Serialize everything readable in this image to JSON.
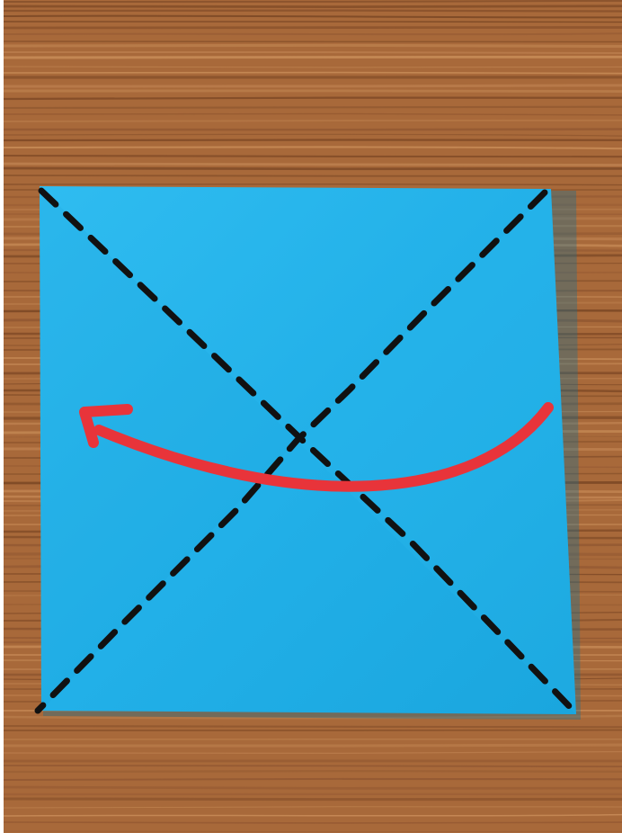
{
  "scene": {
    "subject": "origami-square-with-fold-instructions",
    "colors": {
      "background_frame": "#ffffff",
      "table_wood": "#a8693a",
      "table_wood_light": "#c98d59",
      "table_wood_dark": "#7a4624",
      "paper": "#2ab4ea",
      "paper_shadow": "#1c9fd4",
      "fold_line": "#111111",
      "arrow": "#e8343a"
    },
    "icons": {
      "fold_line_a": "dashed-diagonal-line",
      "fold_line_b": "dashed-diagonal-line",
      "fold_arrow": "curved-arrow-left-icon"
    }
  }
}
